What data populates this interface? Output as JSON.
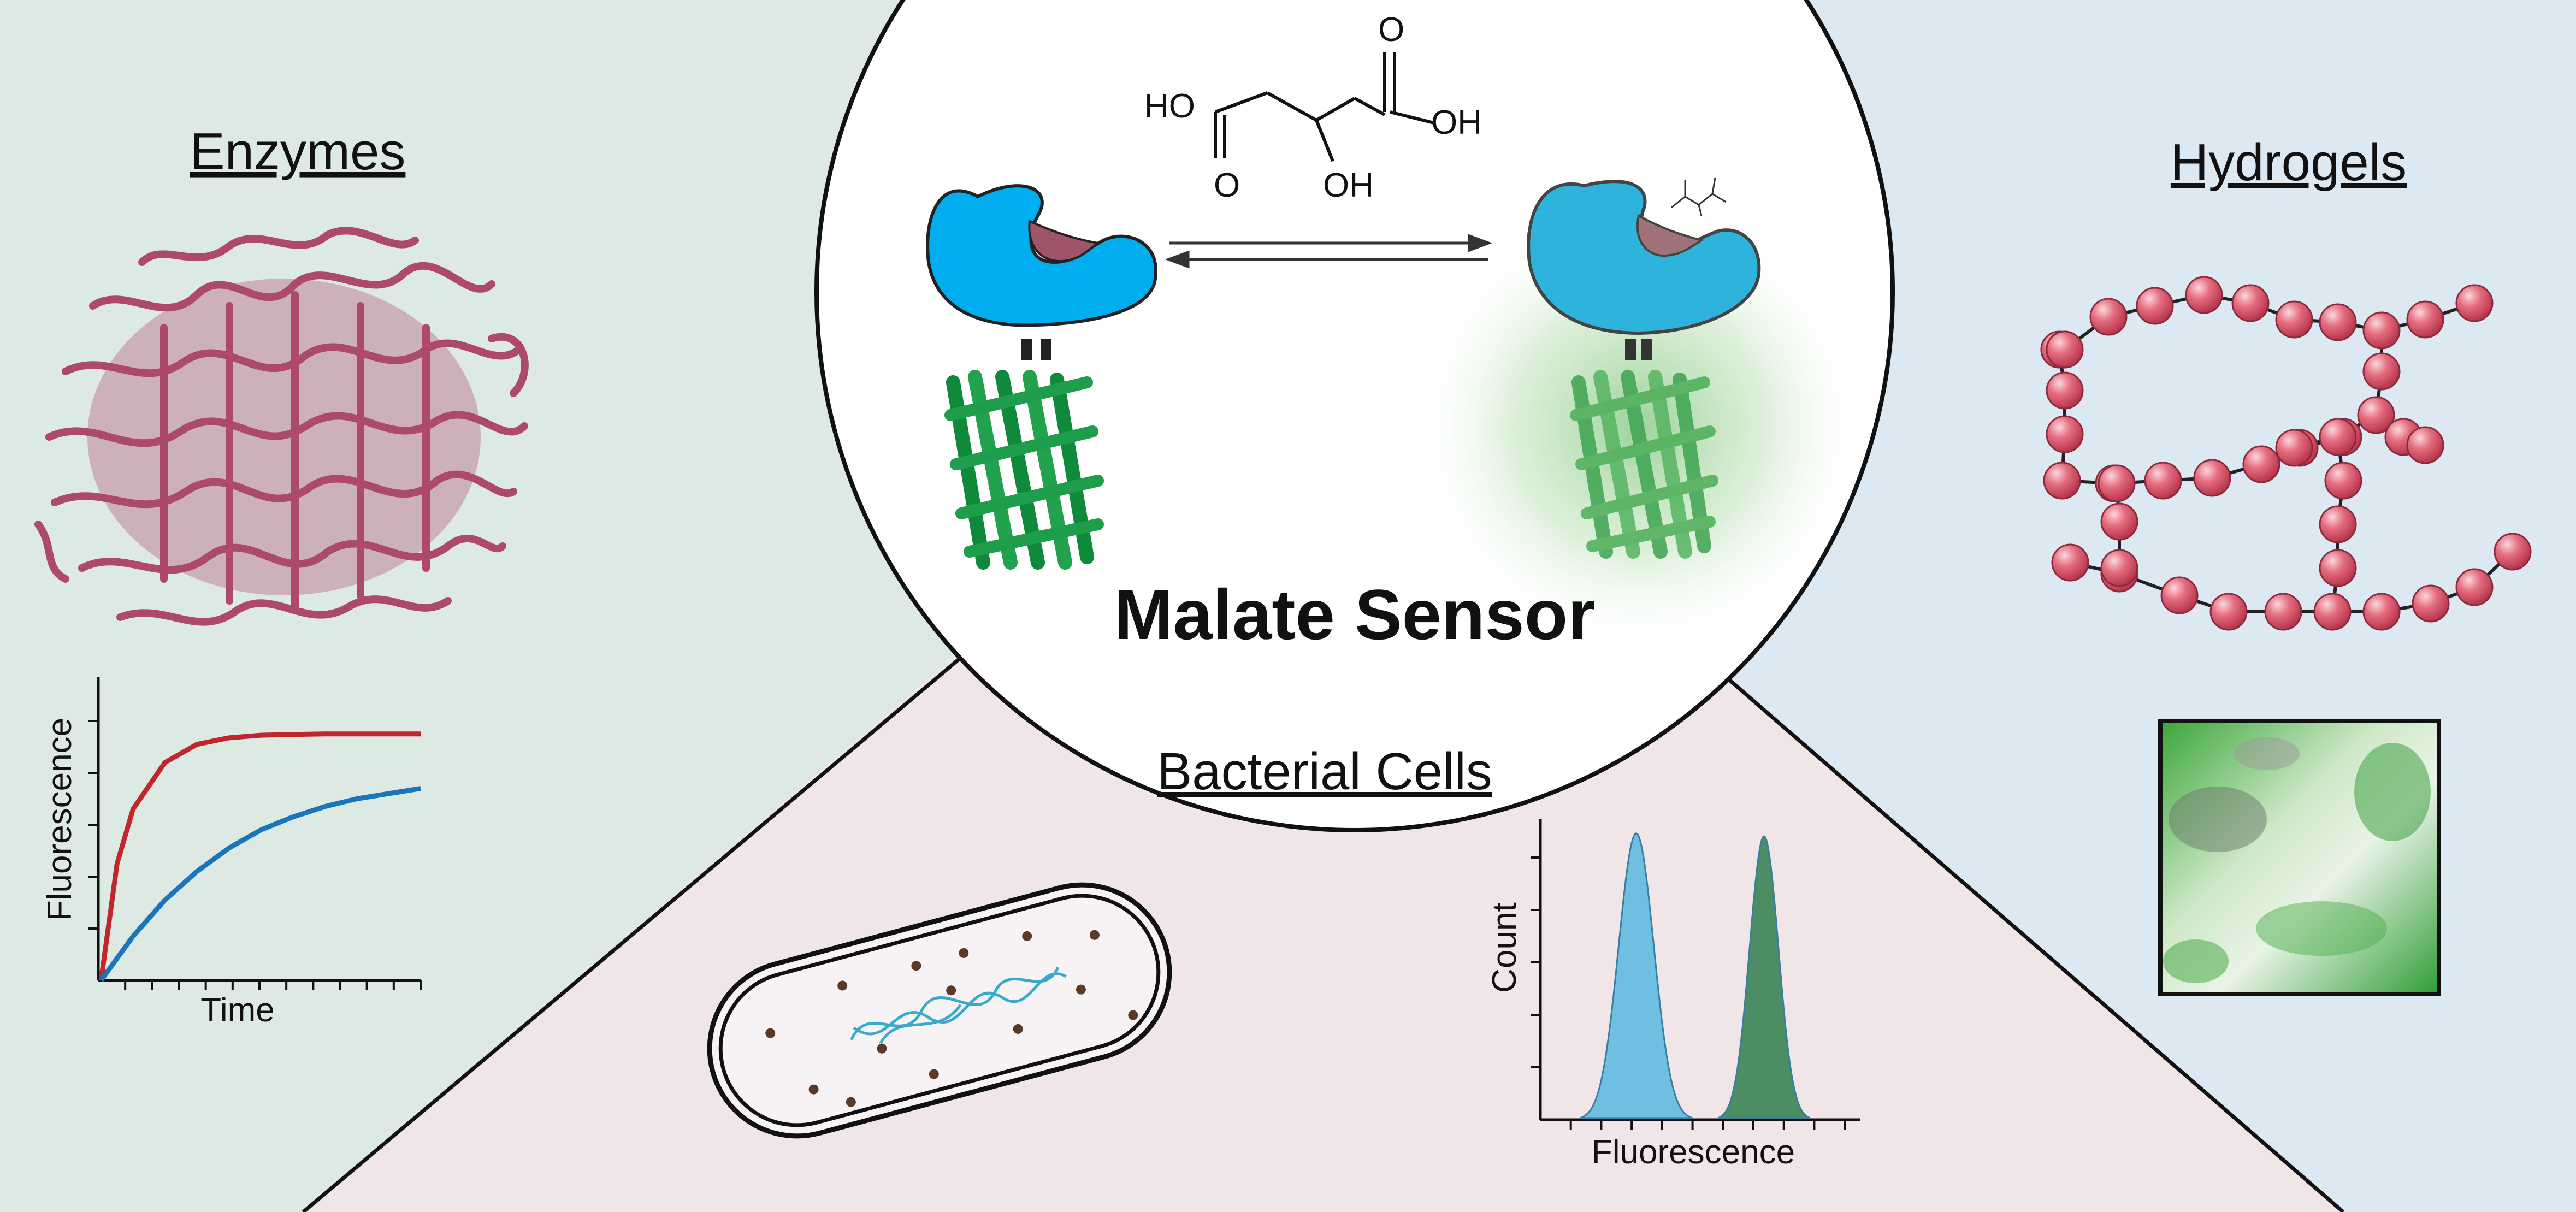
{
  "titles": {
    "enzymes": "Enzymes",
    "hydrogels": "Hydrogels",
    "bacterial_cells": "Bacterial Cells",
    "main": "Malate Sensor"
  },
  "molecule": {
    "ho_left": "HO",
    "oh_right": "OH",
    "o_top": "O",
    "o_bottom": "O",
    "oh_bottom": "OH"
  },
  "chart_data": [
    {
      "type": "line",
      "xlabel": "Time",
      "ylabel": "Fluorescence",
      "ylim": [
        0,
        1
      ],
      "series": [
        {
          "color": "#c0272d",
          "x": [
            0,
            0.5,
            1,
            2,
            3,
            4,
            5,
            6,
            7,
            8,
            9,
            10
          ],
          "values": [
            0,
            0.45,
            0.66,
            0.84,
            0.91,
            0.935,
            0.945,
            0.948,
            0.95,
            0.95,
            0.95,
            0.95
          ]
        },
        {
          "color": "#1b75bb",
          "x": [
            0,
            1,
            2,
            3,
            4,
            5,
            6,
            7,
            8,
            9,
            10
          ],
          "values": [
            0,
            0.17,
            0.31,
            0.42,
            0.51,
            0.58,
            0.63,
            0.67,
            0.7,
            0.72,
            0.74
          ]
        }
      ],
      "grid": false
    },
    {
      "type": "area",
      "xlabel": "Fluorescence",
      "ylabel": "Count",
      "ylim": [
        0,
        1
      ],
      "series": [
        {
          "color": "#6fbfe2",
          "center": 3,
          "width": 0.55,
          "peak": 0.98
        },
        {
          "color": "#4c8d63",
          "center": 7,
          "width": 0.45,
          "peak": 0.97
        }
      ],
      "grid": false
    }
  ],
  "colors": {
    "enzymes_bg": "#dde9e3",
    "hydrogels_bg": "#dde9f2",
    "bacteria_bg": "#f0e6e8",
    "protein": "#ad4a6a",
    "binding_protein": "#00aeef",
    "gfp": "#1e9e4a",
    "bead": "#e56d7f"
  }
}
